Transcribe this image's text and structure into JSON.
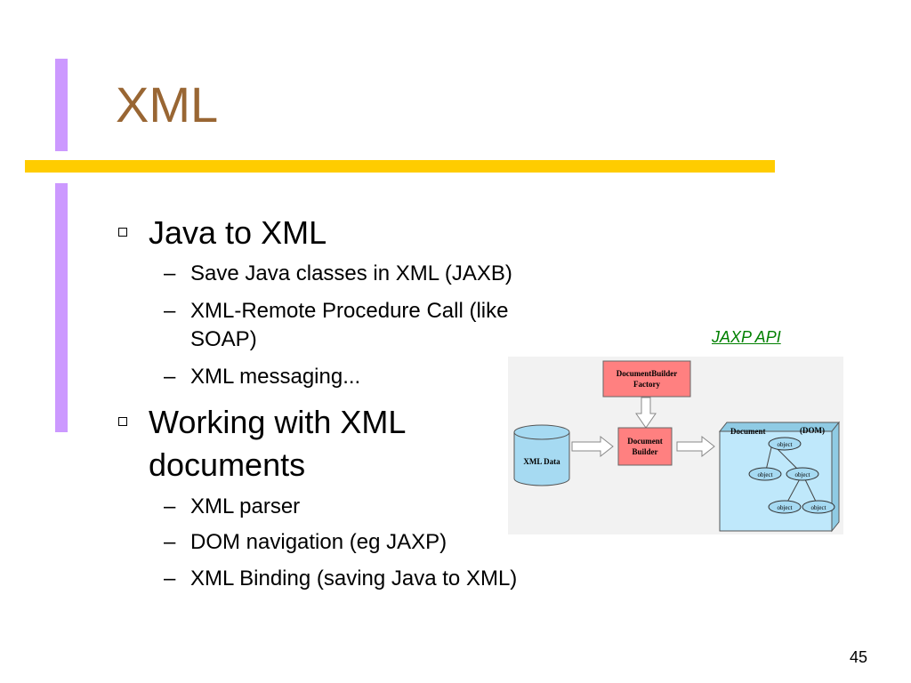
{
  "slide": {
    "title": "XML",
    "page_number": "45"
  },
  "bullets": [
    {
      "text": "Java to XML",
      "subitems": [
        "Save Java classes in XML (JAXB)",
        [
          "XML-Remote Procedure Call (like",
          "SOAP)"
        ],
        "XML messaging..."
      ]
    },
    {
      "text": [
        "Working with XML",
        "documents"
      ],
      "subitems": [
        "XML parser",
        "DOM navigation (eg JAXP)",
        "XML Binding (saving Java to XML)"
      ]
    }
  ],
  "subitem_marker": "–",
  "link": {
    "label": "JAXP API"
  },
  "diagram": {
    "factory_label": [
      "DocumentBuilder",
      "Factory"
    ],
    "builder_label": [
      "Document",
      "Builder"
    ],
    "data_label": "XML Data",
    "document_label": "Document",
    "dom_label": "(DOM)",
    "node_label": "object",
    "colors": {
      "box_fill": "#ff8080",
      "cylinder_fill": "#a6daf2",
      "document_fill": "#bfe8fb",
      "node_fill": "#a6daf2"
    }
  }
}
